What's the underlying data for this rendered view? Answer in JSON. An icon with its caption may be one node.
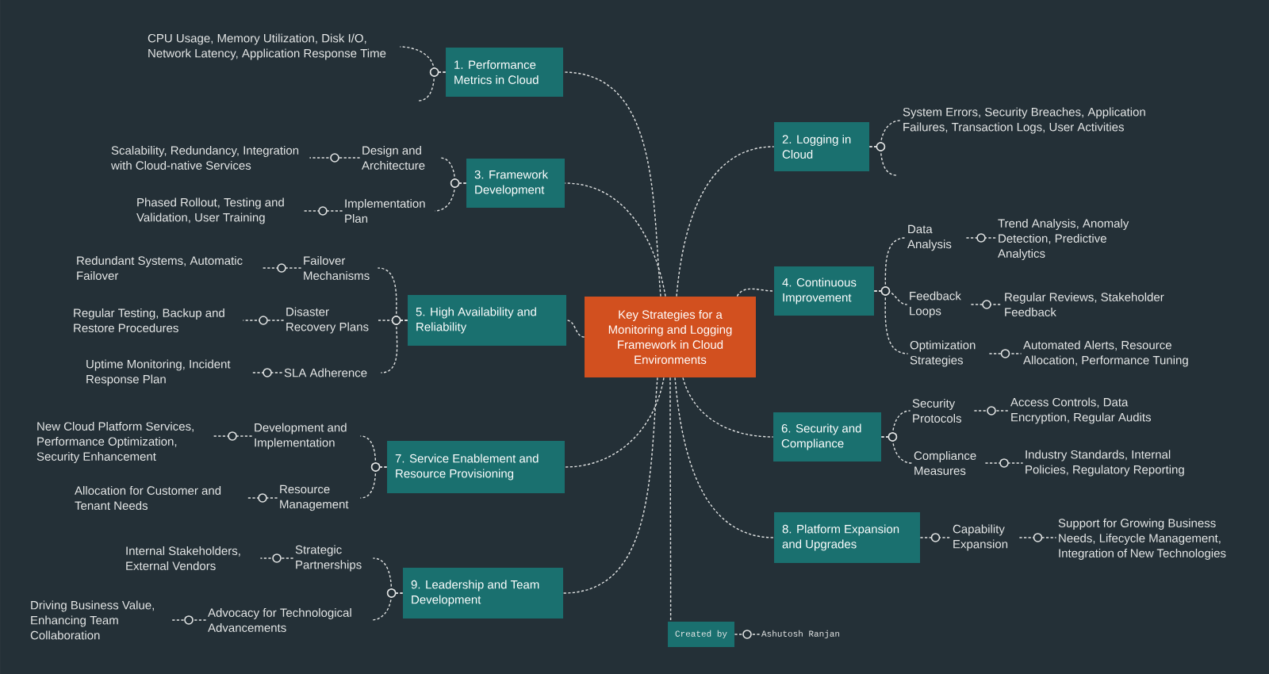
{
  "diagram": {
    "nodes": [
      {
        "text": [
          "Key Strategies for a Monitoring and Logging Framework in Cloud Environments"
        ]
      },
      {
        "text": [
          "1. Performance Metrics in Cloud"
        ]
      },
      {
        "text": [
          "CPU Usage, Memory Utilization, Disk I/O, Network Latency, Application Response Time"
        ]
      },
      {
        "text": [
          "2. Logging in Cloud"
        ]
      },
      {
        "text": [
          "System Errors, Security Breaches, Application Failures, Transaction Logs, User Activities"
        ]
      },
      {
        "text": [
          "3. Framework Development"
        ]
      },
      {
        "text": [
          "Design and Architecture"
        ]
      },
      {
        "text": [
          "Scalability, Redundancy, Integration with Cloud-native Services"
        ]
      },
      {
        "text": [
          "Implementation Plan"
        ]
      },
      {
        "text": [
          "Phased Rollout, Testing and Validation, User Training"
        ]
      },
      {
        "text": [
          "4. Continuous Improvement"
        ]
      },
      {
        "text": [
          "Data Analysis"
        ]
      },
      {
        "text": [
          "Trend Analysis, Anomaly Detection, Predictive Analytics"
        ]
      },
      {
        "text": [
          "Feedback Loops"
        ]
      },
      {
        "text": [
          "Regular Reviews, Stakeholder Feedback"
        ]
      },
      {
        "text": [
          "Optimization Strategies"
        ]
      },
      {
        "text": [
          "Automated Alerts, Resource Allocation, Performance Tuning"
        ]
      },
      {
        "text": [
          "5. High Availability and Reliability"
        ]
      },
      {
        "text": [
          "Failover Mechanisms"
        ]
      },
      {
        "text": [
          "Redundant Systems, Automatic Failover"
        ]
      },
      {
        "text": [
          "Disaster Recovery Plans"
        ]
      },
      {
        "text": [
          "Regular Testing, Backup and Restore Procedures"
        ]
      },
      {
        "text": [
          "SLA Adherence"
        ]
      },
      {
        "text": [
          "Uptime Monitoring, Incident Response Plan"
        ]
      },
      {
        "text": [
          "6. Security and Compliance"
        ]
      },
      {
        "text": [
          "Security Protocols"
        ]
      },
      {
        "text": [
          "Access Controls, Data Encryption, Regular Audits"
        ]
      },
      {
        "text": [
          "Compliance Measures"
        ]
      },
      {
        "text": [
          "Industry Standards, Internal Policies, Regulatory Reporting"
        ]
      },
      {
        "text": [
          "7. Service Enablement and Resource Provisioning"
        ]
      },
      {
        "text": [
          "Development and Implementation"
        ]
      },
      {
        "text": [
          "New Cloud Platform Services, Performance Optimization, Security Enhancement"
        ]
      },
      {
        "text": [
          "Resource Management"
        ]
      },
      {
        "text": [
          "Allocation for Customer and Tenant Needs"
        ]
      },
      {
        "text": [
          "8. Platform Expansion and Upgrades"
        ]
      },
      {
        "text": [
          "Capability Expansion"
        ]
      },
      {
        "text": [
          "Support for Growing Business Needs, Lifecycle Management, Integration of New Technologies"
        ]
      },
      {
        "text": [
          "9. Leadership and Team Development"
        ]
      },
      {
        "text": [
          "Strategic Partnerships"
        ]
      },
      {
        "text": [
          "Internal Stakeholders, External Vendors"
        ]
      },
      {
        "text": [
          "Advocacy for Technological Advancements"
        ]
      },
      {
        "text": [
          "Driving Business Value, Enhancing Team Collaboration"
        ]
      },
      {
        "text": [
          "Created by"
        ]
      },
      {
        "text": [
          "Ashutosh Ranjan"
        ]
      }
    ],
    "edges": [
      {
        "from": 0,
        "to": 1,
        "arrow": "none"
      },
      {
        "from": 1,
        "to": 2,
        "arrow": "none"
      },
      {
        "from": 1,
        "to": null,
        "arrow": "none"
      },
      {
        "from": 0,
        "to": 3,
        "arrow": "none"
      },
      {
        "from": 3,
        "to": 4,
        "arrow": "none"
      },
      {
        "from": 3,
        "to": null,
        "arrow": "none"
      },
      {
        "from": 0,
        "to": 5,
        "arrow": "none"
      },
      {
        "from": 5,
        "to": 6,
        "arrow": "none"
      },
      {
        "from": 6,
        "to": 7,
        "arrow": "none"
      },
      {
        "from": 5,
        "to": 8,
        "arrow": "none"
      },
      {
        "from": 8,
        "to": 9,
        "arrow": "none"
      },
      {
        "from": 0,
        "to": 10,
        "arrow": "none"
      },
      {
        "from": 10,
        "to": 11,
        "arrow": "none"
      },
      {
        "from": 11,
        "to": 12,
        "arrow": "none"
      },
      {
        "from": 10,
        "to": 13,
        "arrow": "none"
      },
      {
        "from": 13,
        "to": 14,
        "arrow": "none"
      },
      {
        "from": 10,
        "to": 15,
        "arrow": "none"
      },
      {
        "from": 15,
        "to": 16,
        "arrow": "none"
      },
      {
        "from": 0,
        "to": 17,
        "arrow": "none"
      },
      {
        "from": 17,
        "to": 18,
        "arrow": "none"
      },
      {
        "from": 18,
        "to": 19,
        "arrow": "none"
      },
      {
        "from": 17,
        "to": 20,
        "arrow": "none"
      },
      {
        "from": 20,
        "to": 21,
        "arrow": "none"
      },
      {
        "from": 17,
        "to": 22,
        "arrow": "none"
      },
      {
        "from": 22,
        "to": 23,
        "arrow": "none"
      },
      {
        "from": 0,
        "to": 24,
        "arrow": "none"
      },
      {
        "from": 24,
        "to": 25,
        "arrow": "none"
      },
      {
        "from": 25,
        "to": 26,
        "arrow": "none"
      },
      {
        "from": 24,
        "to": 27,
        "arrow": "none"
      },
      {
        "from": 27,
        "to": 28,
        "arrow": "none"
      },
      {
        "from": 0,
        "to": 29,
        "arrow": "none"
      },
      {
        "from": 29,
        "to": 30,
        "arrow": "none"
      },
      {
        "from": 30,
        "to": 31,
        "arrow": "none"
      },
      {
        "from": 29,
        "to": 32,
        "arrow": "none"
      },
      {
        "from": 32,
        "to": 33,
        "arrow": "none"
      },
      {
        "from": 0,
        "to": 34,
        "arrow": "none"
      },
      {
        "from": 34,
        "to": 35,
        "arrow": "none"
      },
      {
        "from": 35,
        "to": 36,
        "arrow": "none"
      },
      {
        "from": 0,
        "to": 37,
        "arrow": "none"
      },
      {
        "from": 37,
        "to": 38,
        "arrow": "none"
      },
      {
        "from": 38,
        "to": 39,
        "arrow": "none"
      },
      {
        "from": 37,
        "to": 40,
        "arrow": "none"
      },
      {
        "from": 40,
        "to": 41,
        "arrow": "none"
      },
      {
        "from": 0,
        "to": 42,
        "arrow": "none"
      },
      {
        "from": 42,
        "to": 43,
        "arrow": "none"
      }
    ]
  }
}
